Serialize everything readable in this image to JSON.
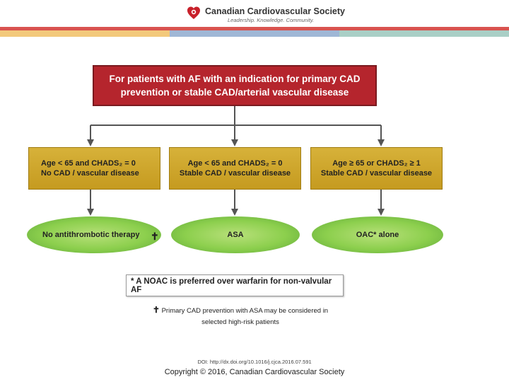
{
  "header": {
    "org_name": "Canadian Cardiovascular Society",
    "tagline": "Leadership. Knowledge. Community."
  },
  "diagram": {
    "top_box": {
      "line1": "For patients with AF with an indication for primary CAD",
      "line2": "prevention or stable CAD/arterial vascular disease"
    },
    "criteria": [
      {
        "line1": "Age < 65 and CHADS₂ = 0",
        "line2": "No CAD / vascular disease"
      },
      {
        "line1": "Age <  65 and CHADS₂ = 0",
        "line2": "Stable CAD / vascular disease"
      },
      {
        "line1": "Age ≥  65 or CHADS₂ ≥  1",
        "line2": "Stable CAD / vascular disease"
      }
    ],
    "outcomes": [
      {
        "label": "No antithrombotic therapy"
      },
      {
        "label": "ASA"
      },
      {
        "label": "OAC* alone"
      }
    ],
    "dagger": "✝",
    "note": "* A NOAC is preferred over warfarin for non-valvular AF",
    "footnote_line1": "Primary CAD prevention with ASA may be considered in",
    "footnote_line2": "selected high-risk patients"
  },
  "footer": {
    "doi": "DOI: http://dx.doi.org/10.1016/j.cjca.2016.07.591",
    "copyright": "Copyright © 2016, Canadian Cardiovascular Society"
  }
}
